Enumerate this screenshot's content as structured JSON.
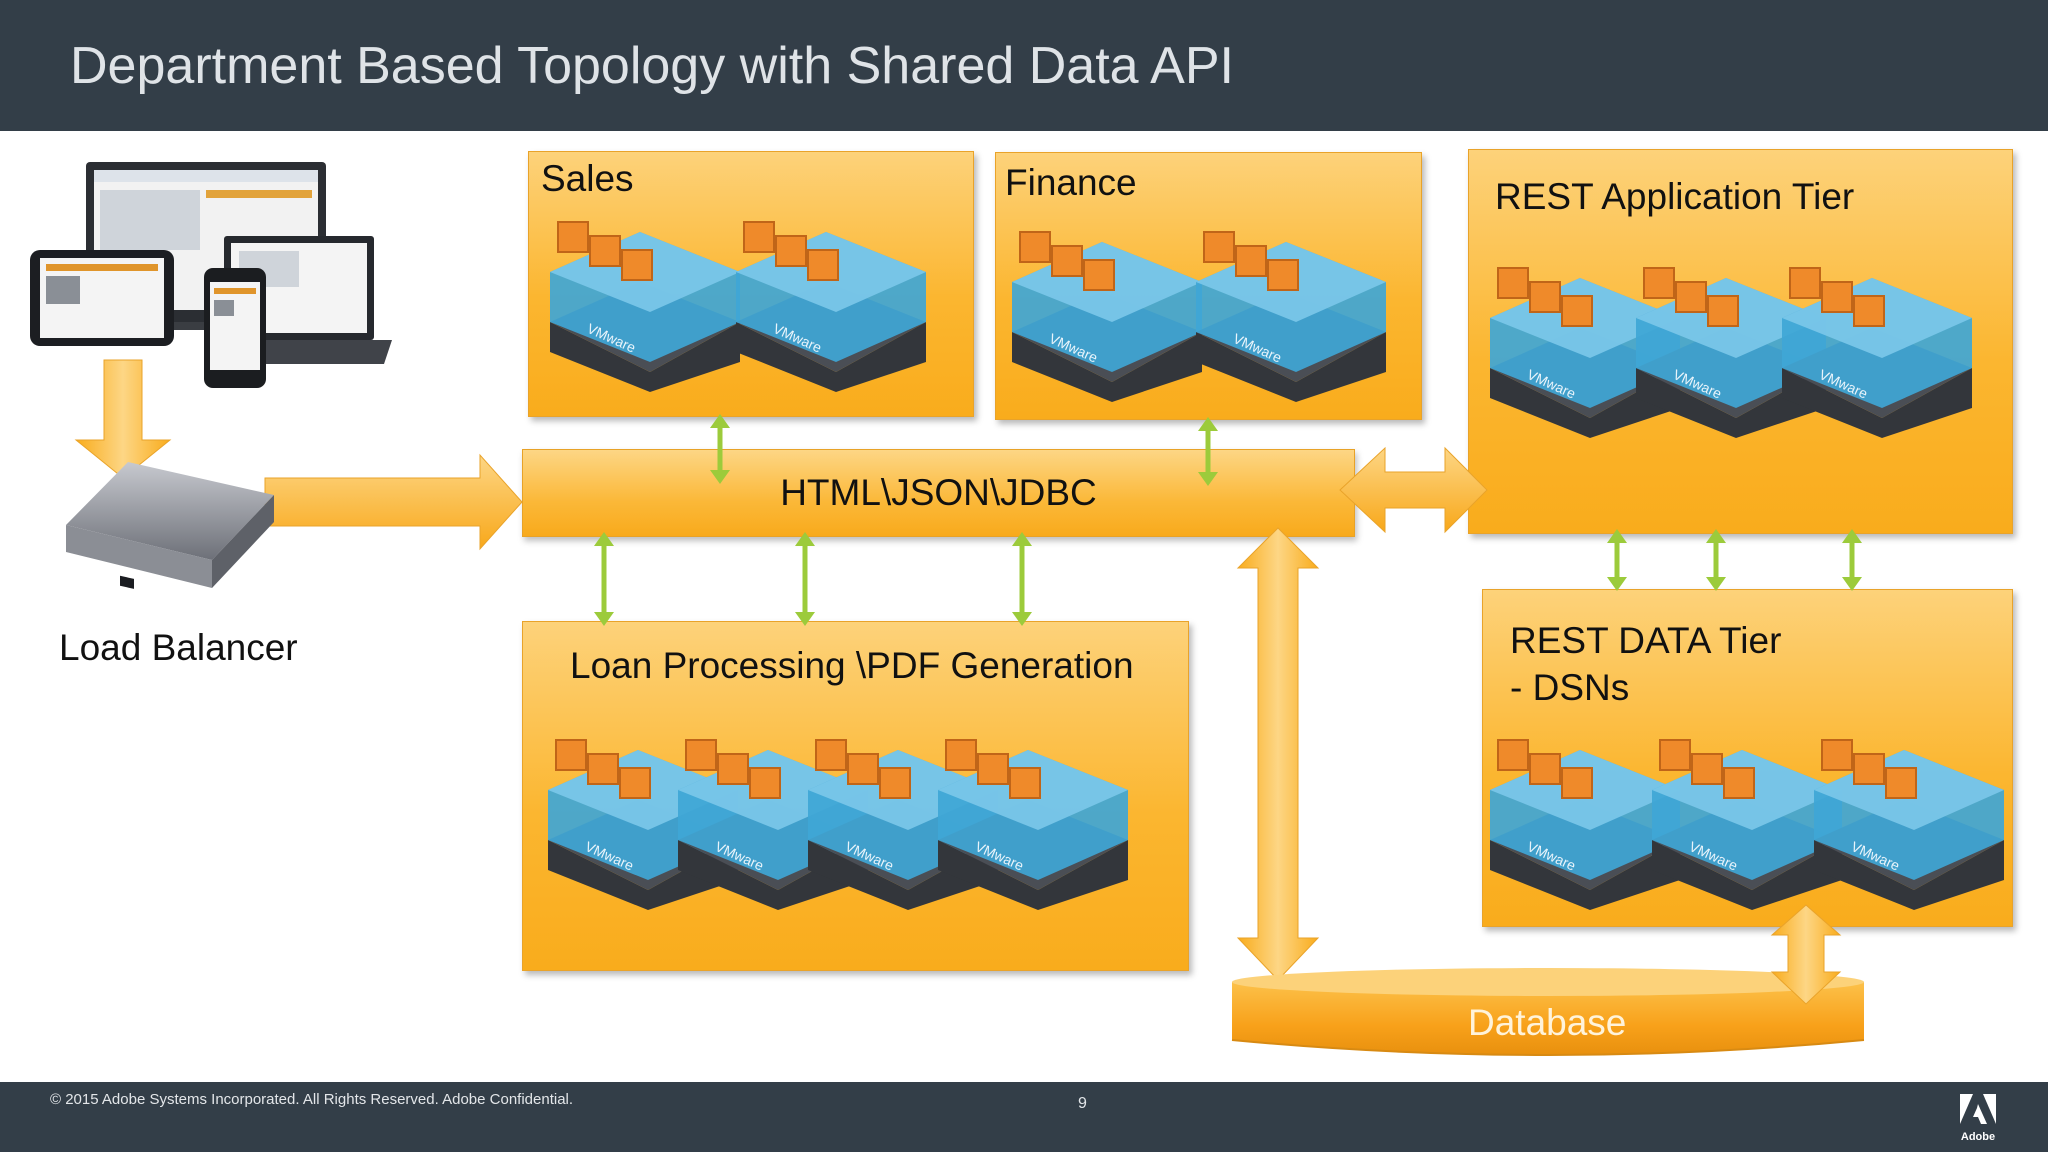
{
  "header": {
    "title": "Department Based Topology with Shared Data API"
  },
  "diagram": {
    "client_devices": {
      "icon": "client-devices-icon"
    },
    "load_balancer": {
      "label": "Load Balancer",
      "icon": "network-switch-icon"
    },
    "bus": {
      "label": "HTML\\JSON\\JDBC"
    },
    "departments": [
      {
        "id": "sales",
        "label": "Sales",
        "servers": 2
      },
      {
        "id": "finance",
        "label": "Finance",
        "servers": 2
      },
      {
        "id": "rest-app",
        "label": "REST Application Tier",
        "servers": 3
      },
      {
        "id": "loan",
        "label": "Loan Processing \\PDF Generation",
        "servers": 4
      },
      {
        "id": "rest-data",
        "label_line1": "REST DATA Tier",
        "label_line2": "- DSNs",
        "servers": 3
      }
    ],
    "server_icon": {
      "icon": "vmware-server-icon",
      "text": "VMware"
    },
    "database": {
      "label": "Database",
      "icon": "database-cylinder-icon"
    },
    "colors": {
      "box": "#fbb630",
      "arrow": "#fbb534",
      "link": "#9ccb3b",
      "header": "#333e48"
    }
  },
  "footer": {
    "copyright": "© 2015 Adobe Systems Incorporated.  All Rights Reserved.  Adobe Confidential.",
    "page": "9",
    "logo_text": "Adobe"
  }
}
